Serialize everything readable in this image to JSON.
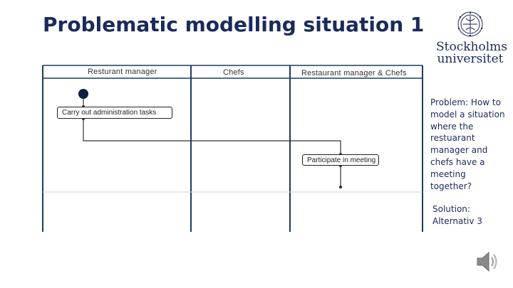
{
  "slide": {
    "title": "Problematic modelling situation 1"
  },
  "logo": {
    "line1": "Stockholms",
    "line2": "universitet"
  },
  "diagram": {
    "lanes": [
      {
        "label": "Resturant manager"
      },
      {
        "label": "Chefs"
      },
      {
        "label": "Restaurant manager & Chefs"
      }
    ],
    "activities": [
      {
        "label": "Carry out administration tasks"
      },
      {
        "label": "Participate in meeting"
      }
    ]
  },
  "problem": {
    "lines": [
      "Problem: How to",
      "model a situation",
      "where the",
      "restuarant",
      "manager and",
      "chefs have a",
      "meeting",
      "together?"
    ]
  },
  "solution": {
    "lines": [
      "Solution:",
      "Alternativ 3"
    ]
  },
  "icons": {
    "speaker": "speaker-icon",
    "logo": "university-crest-icon"
  },
  "colors": {
    "title": "#1a2a5a",
    "diagram_line": "#1f3a5f",
    "start_node": "#0f1f3d"
  }
}
